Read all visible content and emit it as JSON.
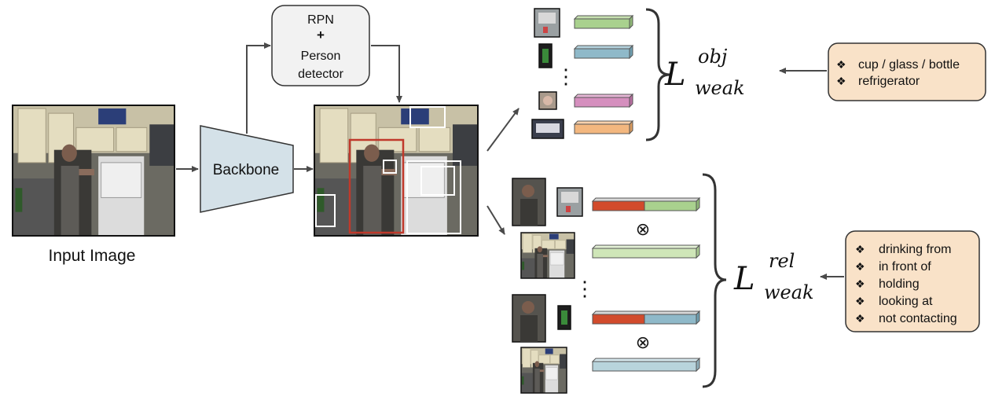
{
  "input_label": "Input Image",
  "backbone_label": "Backbone",
  "rpn": {
    "line1": "RPN",
    "plus": "+",
    "line2": "Person",
    "line3": "detector"
  },
  "loss_obj": {
    "main": "L",
    "sup": "obj",
    "sub": "weak"
  },
  "loss_rel": {
    "main": "L",
    "sup": "rel",
    "sub": "weak"
  },
  "object_labels": [
    "cup / glass / bottle",
    "refrigerator"
  ],
  "relation_labels": [
    "drinking from",
    "in front of",
    "holding",
    "looking at",
    "not contacting"
  ],
  "bullet_glyph": "❖",
  "otimes": "⊗",
  "vdots": "⋮",
  "colors": {
    "green": "#a9d18e",
    "blue": "#8fb9c9",
    "pink": "#d58fbe",
    "orange": "#f3b77f",
    "red": "#d24b2c",
    "light_blue": "#b8d4dc",
    "light_green": "#cfe6b8",
    "backbone": "#d4e1e8",
    "rpn_box": "#f2f2f2",
    "label_box": "#f9e2c8"
  }
}
